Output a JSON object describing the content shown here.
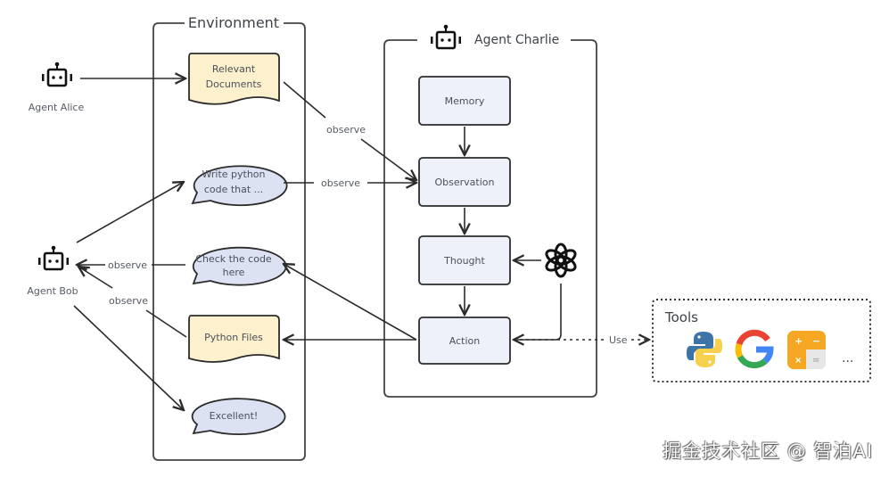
{
  "environment": {
    "title": "Environment",
    "items": {
      "relevant_documents": [
        "Relevant",
        "Documents"
      ],
      "write_python": [
        "Write python",
        "code that ..."
      ],
      "check_code": [
        "Check the code",
        "here"
      ],
      "python_files": "Python Files",
      "excellent": "Excellent!"
    }
  },
  "agents": {
    "alice": "Agent Alice",
    "bob": "Agent Bob",
    "charlie": "Agent Charlie"
  },
  "charlie_modules": {
    "memory": "Memory",
    "observation": "Observation",
    "thought": "Thought",
    "action": "Action"
  },
  "edges": {
    "observe_docs": "observe",
    "observe_write": "observe",
    "observe_check": "observe",
    "observe_files": "observe",
    "use": "Use"
  },
  "tools": {
    "title": "Tools",
    "icons": [
      "python-logo",
      "google-logo",
      "calculator-app",
      "more"
    ],
    "more": "..."
  },
  "llm": {
    "icon": "openai-logo"
  },
  "colors": {
    "document_fill": "#fdf0cc",
    "bubble_fill": "#dde2f3",
    "module_fill": "#eef1fa",
    "stroke": "#2b2b2b"
  },
  "watermark": "掘金技术社区 @ 智泊AI"
}
